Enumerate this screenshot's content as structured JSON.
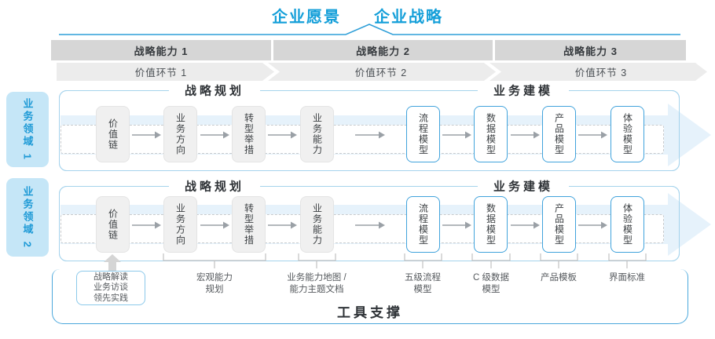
{
  "header": {
    "vision": "企业愿景",
    "strategy": "企业战略"
  },
  "strategic_capabilities": [
    "战略能力 1",
    "战略能力 2",
    "战略能力 3"
  ],
  "value_links": [
    "价值环节 1",
    "价值环节 2",
    "价值环节 3"
  ],
  "business_domains": [
    "业务领域 1",
    "业务领域 2"
  ],
  "section_headers": {
    "planning": "战略规划",
    "modeling": "业务建模"
  },
  "planning_boxes": [
    "价值链",
    "业务方向",
    "转型举措",
    "业务能力"
  ],
  "modeling_boxes": [
    "流程模型",
    "数据模型",
    "产品模型",
    "体验模型"
  ],
  "annotations": {
    "sources_box": {
      "lines": [
        "战略解读",
        "业务访谈",
        "领先实践"
      ]
    },
    "labels": [
      {
        "lines": [
          "宏观能力",
          "规划"
        ]
      },
      {
        "lines": [
          "业务能力地图 /",
          "能力主题文档"
        ]
      },
      {
        "lines": [
          "五级流程",
          "模型"
        ]
      },
      {
        "lines": [
          "C 级数据",
          "模型"
        ]
      },
      {
        "lines": [
          "产品模板"
        ]
      },
      {
        "lines": [
          "界面标准"
        ]
      }
    ]
  },
  "footer": {
    "label": "工具支撑"
  },
  "colors": {
    "accent_blue": "#149fd9",
    "panel_border": "#a5d3ec",
    "band_fill": "#e6f2fb",
    "bar_fill": "#d6d6d6",
    "chevron_fill": "#ececec",
    "domain_fill": "#c5e6f7",
    "box_blue_border": "#41a3dc",
    "container_border": "#4ba8dc"
  }
}
